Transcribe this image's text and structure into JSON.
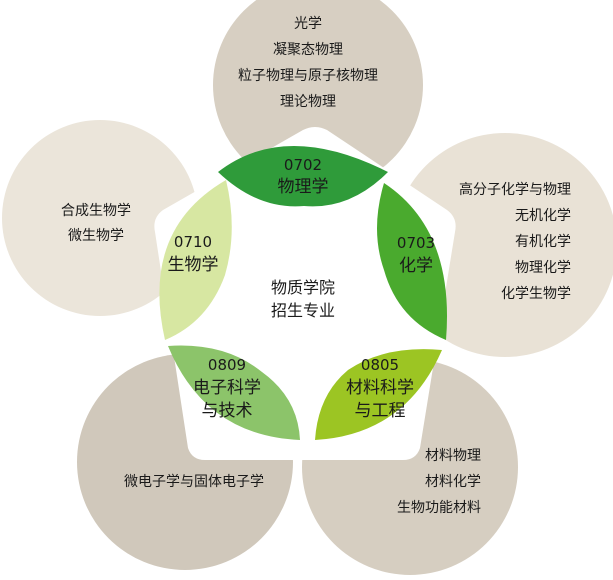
{
  "center": {
    "line1": "物质学院",
    "line2": "招生专业"
  },
  "majors": {
    "physics": {
      "code": "0702",
      "name": "物理学",
      "color": "#2f9b3a"
    },
    "chemistry": {
      "code": "0703",
      "name": "化学",
      "color": "#4aaa2e"
    },
    "materials": {
      "code": "0805",
      "name_line1": "材料科学",
      "name_line2": "与工程",
      "color": "#9cc523"
    },
    "electronics": {
      "code": "0809",
      "name_line1": "电子科学",
      "name_line2": "与技术",
      "color": "#8cc46a"
    },
    "biology": {
      "code": "0710",
      "name": "生物学",
      "color": "#d7e7a2"
    }
  },
  "directions": {
    "physics": [
      "光学",
      "凝聚态物理",
      "粒子物理与原子核物理",
      "理论物理"
    ],
    "chemistry": [
      "高分子化学与物理",
      "无机化学",
      "有机化学",
      "物理化学",
      "化学生物学"
    ],
    "materials": [
      "材料物理",
      "材料化学",
      "生物功能材料"
    ],
    "electronics": [
      "微电子学与固体电子学"
    ],
    "biology": [
      "合成生物学",
      "微生物学"
    ]
  },
  "colors": {
    "outer_top": "#d7cfc2",
    "outer_right": "#e9e2d6",
    "outer_bottom_right": "#d6cec1",
    "outer_bottom_left": "#d0c8bb",
    "outer_left": "#ebe5da",
    "pentagon_bg": "#ffffff"
  }
}
